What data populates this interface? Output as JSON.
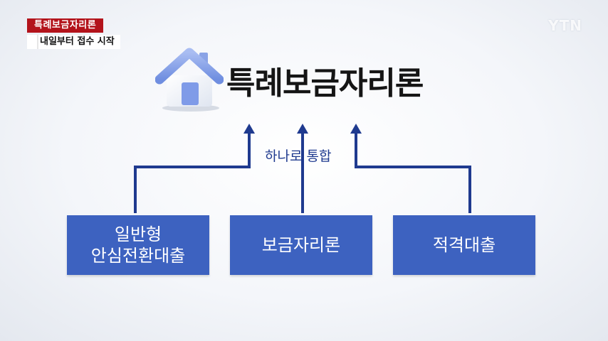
{
  "caption": {
    "title": "특례보금자리론",
    "subtitle": "내일부터 접수 시작"
  },
  "watermark": "YTN",
  "main": {
    "title": "특례보금자리론",
    "icon": "house-icon",
    "merge_label": "하나로 통합"
  },
  "boxes": [
    {
      "line1": "일반형",
      "line2": "안심전환대출"
    },
    {
      "line1": "보금자리론"
    },
    {
      "line1": "적격대출"
    }
  ],
  "colors": {
    "box": "#3d62c0",
    "arrow": "#1f3a8f",
    "caption_red": "#b3131b",
    "house": "#7f9be8"
  }
}
